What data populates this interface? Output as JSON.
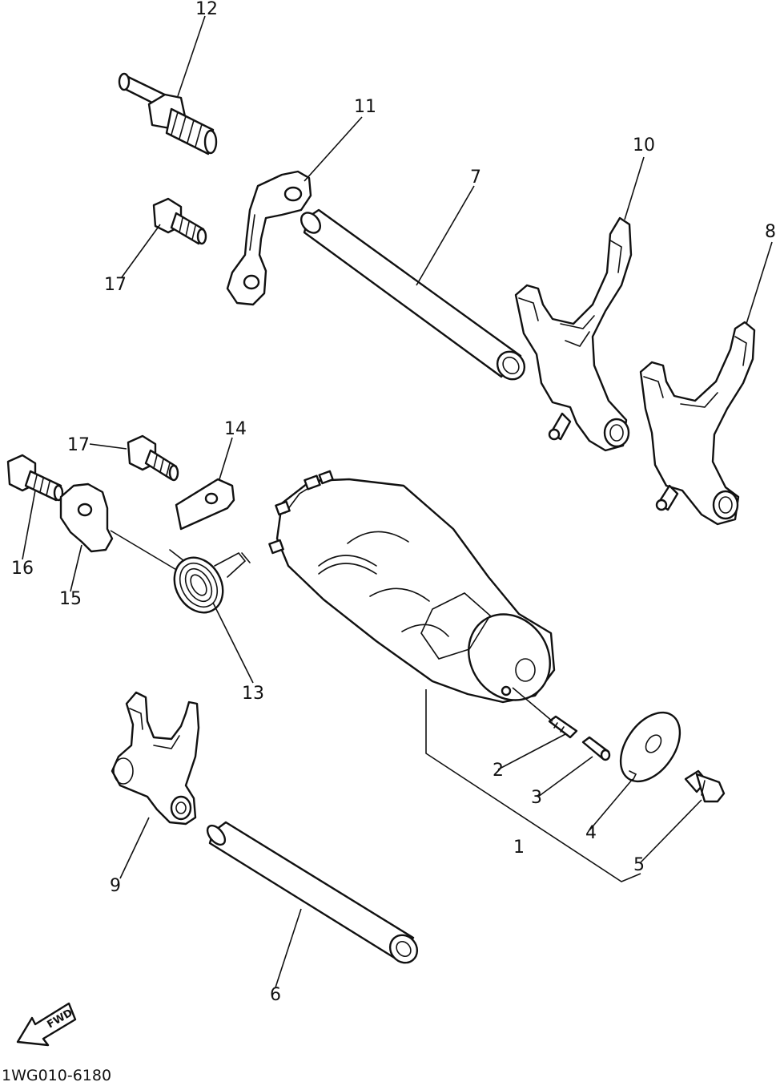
{
  "callouts": {
    "c1": "1",
    "c2": "2",
    "c3": "3",
    "c4": "4",
    "c5": "5",
    "c6": "6",
    "c7": "7",
    "c8": "8",
    "c9": "9",
    "c10": "10",
    "c11": "11",
    "c12": "12",
    "c13": "13",
    "c14": "14",
    "c15": "15",
    "c16": "16",
    "c17a": "17",
    "c17b": "17"
  },
  "fwd_label": "FWD",
  "diagram_code": "1WG010-6180"
}
